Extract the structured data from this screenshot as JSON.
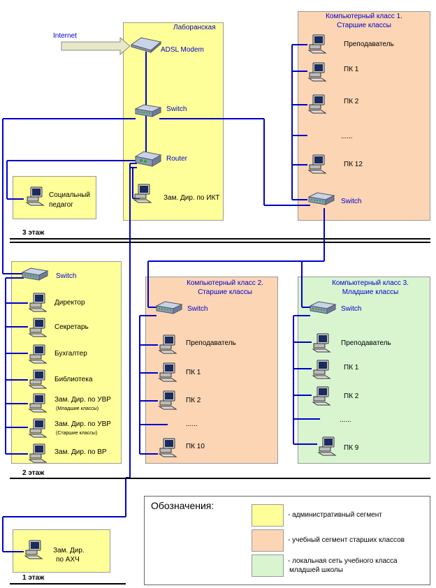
{
  "lab": {
    "title": "Лаборанская",
    "internet": "Internet",
    "modem": "ADSL Modem",
    "switch": "Switch",
    "router": "Router",
    "zam_ikt": "Зам. Дир. по ИКТ"
  },
  "social": {
    "line1": "Социальный",
    "line2": "педагог"
  },
  "class1": {
    "title1": "Компьютерный класс 1.",
    "title2": "Старшие классы",
    "teacher": "Преподаватель",
    "pc1": "ПК 1",
    "pc2": "ПК 2",
    "dots": "......",
    "pc12": "ПК 12",
    "switch": "Switch"
  },
  "floor3": "3 этаж",
  "admin2": {
    "switch": "Switch",
    "director": "Директор",
    "secretary": "Секретарь",
    "accountant": "Бухгалтер",
    "library": "Библиотека",
    "uvr1": "Зам. Дир. по УВР",
    "uvr1_sub": "(Младшие классы)",
    "uvr2": "Зам. Дир. по УВР",
    "uvr2_sub": "(Старшие классы)",
    "vr": "Зам. Дир. по ВР"
  },
  "class2": {
    "title1": "Компьютерный класс 2.",
    "title2": "Старшие классы",
    "switch": "Switch",
    "teacher": "Преподаватель",
    "pc1": "ПК 1",
    "pc2": "ПК 2",
    "dots": "......",
    "pc10": "ПК 10"
  },
  "class3": {
    "title1": "Компьютерный класс 3.",
    "title2": "Младшие классы",
    "switch": "Switch",
    "teacher": "Преподаватель",
    "pc1": "ПК 1",
    "pc2": "ПК 2",
    "dots": "......",
    "pc9": "ПК 9"
  },
  "floor2": "2 этаж",
  "floor1_box": {
    "line1": "Зам. Дир.",
    "line2": "по АХЧ"
  },
  "floor1": "1 этаж",
  "legend": {
    "title": "Обозначения:",
    "admin": "- административный сегмент",
    "senior": "- учебный сегмент старших классов",
    "junior1": "- локальная сеть учебного класса",
    "junior2": "младшей школы"
  },
  "colors": {
    "admin": "#ffff99",
    "senior": "#fcd5b4",
    "junior": "#d8f5d0",
    "wire": "#0000cc"
  }
}
